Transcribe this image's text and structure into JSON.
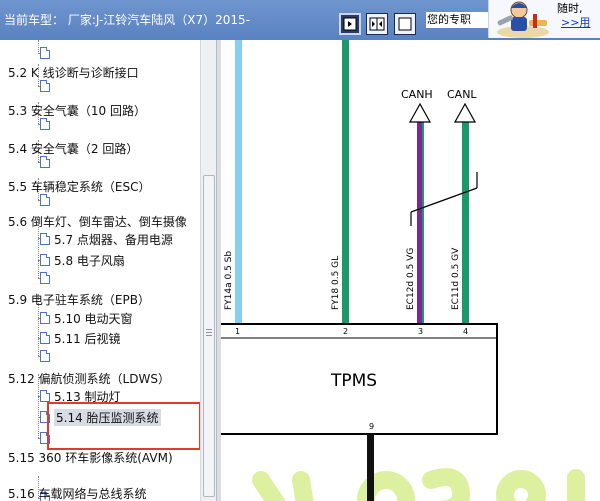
{
  "toolbar": {
    "vehicle_label": "当前车型： 厂家:J-江铃汽车陆风（X7）2015-",
    "ad_text": "您的专职",
    "ad_line1": "随时,",
    "ad_line2": ">>用",
    "icons": [
      "single-view-icon",
      "split-view-icon",
      "blank-view-icon"
    ]
  },
  "tree": {
    "items": [
      {
        "label": "5.2 K 线诊断与诊断接口"
      },
      {
        "label": "5.3 安全气囊（10 回路）"
      },
      {
        "label": "5.4 安全气囊（2 回路）"
      },
      {
        "label": "5.5 车辆稳定系统（ESC）"
      },
      {
        "label": "5.6 倒车灯、倒车雷达、倒车摄像"
      },
      {
        "label": "5.7 点烟器、备用电源"
      },
      {
        "label": "5.8 电子风扇"
      },
      {
        "label": "5.9 电子驻车系统（EPB）"
      },
      {
        "label": "5.10 电动天窗"
      },
      {
        "label": "5.11 后视镜"
      },
      {
        "label": "5.12 偏航侦测系统（LDWS）"
      },
      {
        "label": "5.13 制动灯"
      },
      {
        "label": "5.14 胎压监测系统"
      },
      {
        "label": "5.15 360 环车影像系统(AVM)"
      },
      {
        "label": "5.16 车载网络与总线系统"
      }
    ],
    "selected_label": "5.14 胎压监测系统"
  },
  "diagram": {
    "module_name": "TPMS",
    "pins": [
      "1",
      "2",
      "3",
      "4",
      "9"
    ],
    "wires": [
      {
        "label": "FY14a  0.5  Sb",
        "color": "#87cdee"
      },
      {
        "label": "FY18  0.5  GL",
        "color": "#1a9a6c"
      },
      {
        "label": "EC12d  0.5  VG",
        "color": "#7a2a90"
      },
      {
        "label": "EC11d  0.5  GV",
        "color": "#1a9a6c"
      }
    ],
    "connectors": [
      "CANH",
      "CANL"
    ],
    "ground_wire_color": "#111111",
    "watermark_color": "#ddf0a0"
  }
}
